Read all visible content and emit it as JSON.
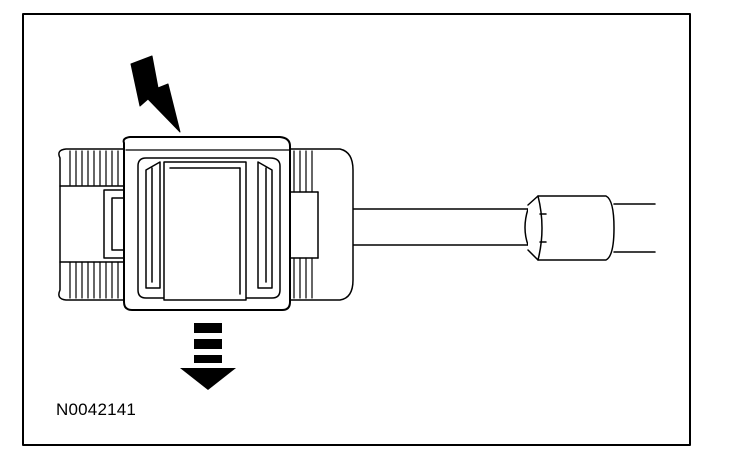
{
  "figure": {
    "id_label": "N0042141",
    "line_color": "#000000",
    "background": "#ffffff",
    "callouts": [
      {
        "name": "press-arrow",
        "direction": "down-right",
        "style": "solid"
      },
      {
        "name": "pull-arrow",
        "direction": "down",
        "style": "dashed"
      }
    ]
  }
}
